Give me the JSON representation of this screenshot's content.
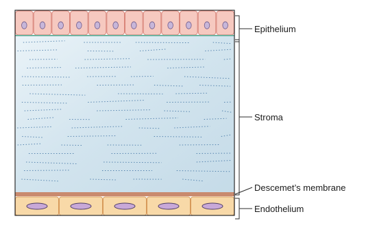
{
  "labels": {
    "epithelium": "Epithelium",
    "stroma": "Stroma",
    "descemets_membrane": "Descemet’s membrane",
    "endothelium": "Endothelium"
  },
  "colors": {
    "epithelium_cell_fill": "#f6c9c0",
    "epithelium_cell_stroke": "#d9857a",
    "epithelium_nucleus": "#c7b6d9",
    "basement_line": "#6fb3a0",
    "stroma_fill": "#d7e7ef",
    "stroma_fiber": "#3a6fa0",
    "descemet_fill": "#c98a6e",
    "endothelium_cell_fill": "#f8d9a8",
    "endothelium_cell_stroke": "#d79a5a",
    "endothelium_nucleus": "#c8a8d8",
    "outline": "#2b2b2b"
  }
}
